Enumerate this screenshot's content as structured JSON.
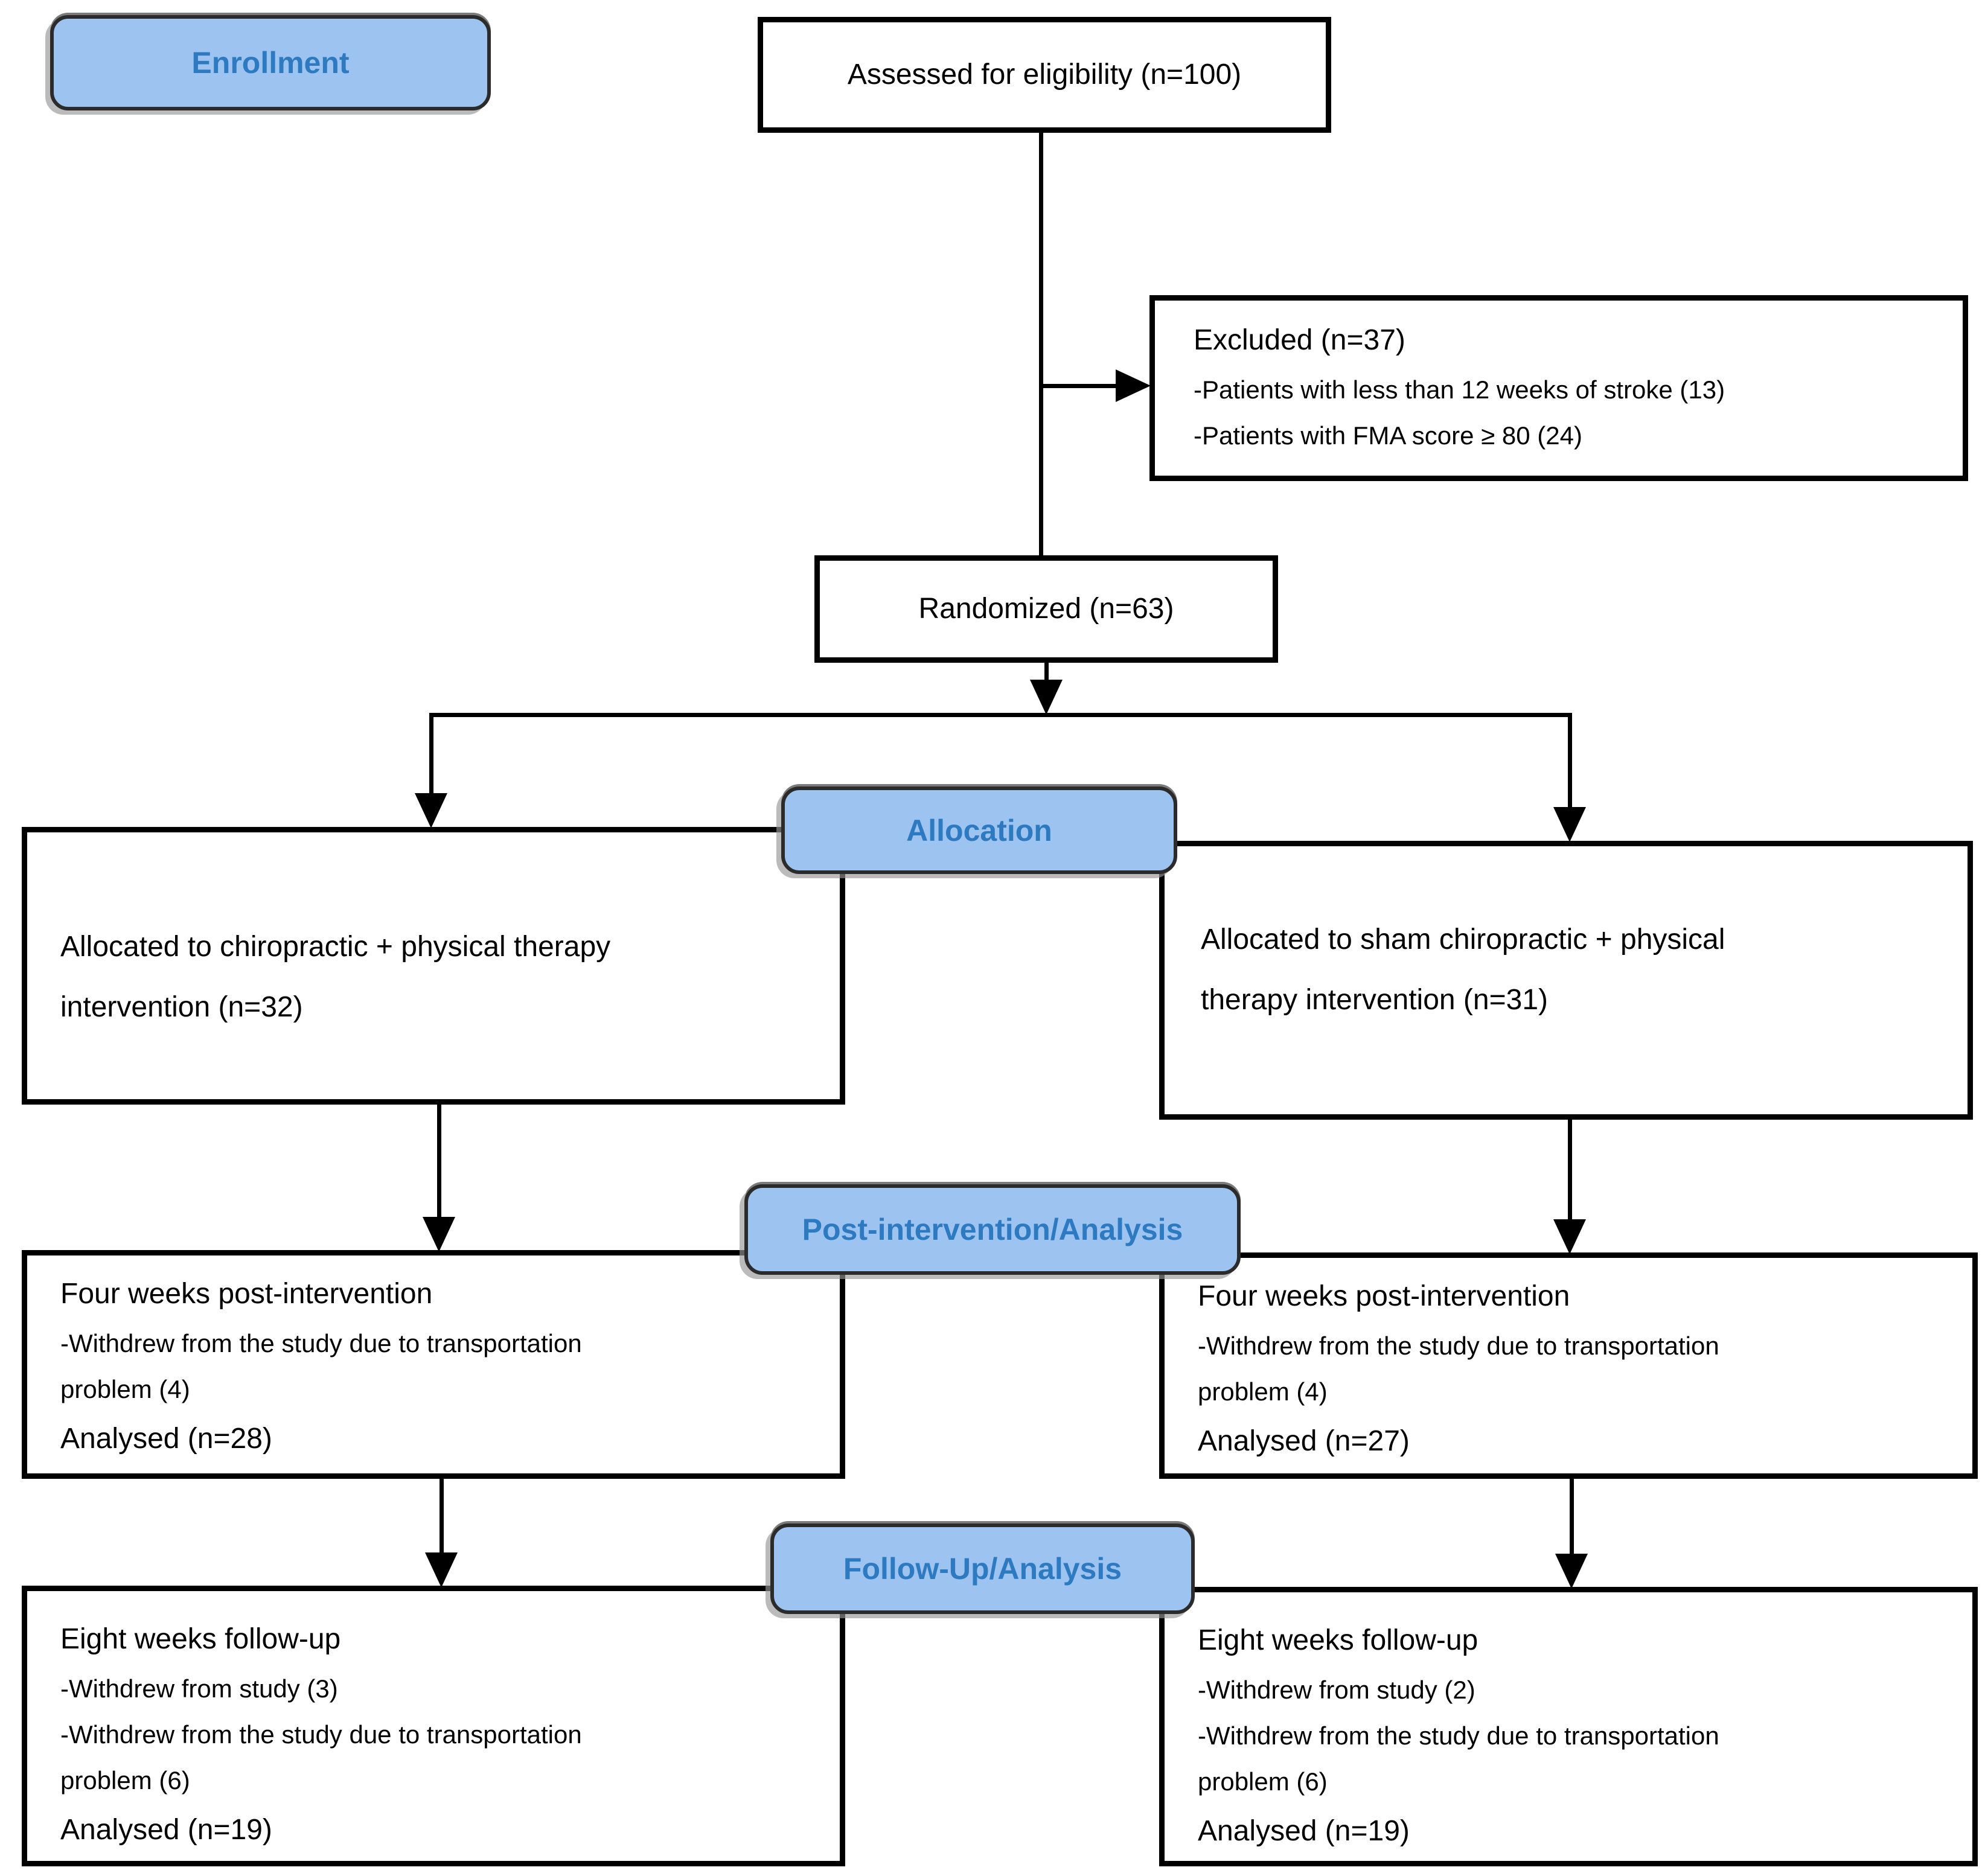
{
  "diagram": {
    "stage_labels": {
      "enrollment": "Enrollment",
      "allocation": "Allocation",
      "post_intervention": "Post-intervention/Analysis",
      "follow_up": "Follow-Up/Analysis"
    },
    "boxes": {
      "assessed": {
        "lines": [
          "Assessed for eligibility (n=100)"
        ]
      },
      "excluded": {
        "lines": [
          "Excluded (n=37)",
          "-Patients with less than 12 weeks of stroke (13)",
          "-Patients with FMA score ≥ 80 (24)"
        ]
      },
      "randomized": {
        "lines": [
          "Randomized (n=63)"
        ]
      },
      "allocated_left": {
        "lines": [
          "Allocated to chiropractic + physical therapy",
          "intervention (n=32)"
        ]
      },
      "allocated_right": {
        "lines": [
          "Allocated to sham chiropractic + physical",
          "therapy intervention (n=31)"
        ]
      },
      "post_intervention_left": {
        "lines": [
          "Four weeks post-intervention",
          "-Withdrew from the study due to transportation",
          "problem (4)",
          "Analysed (n=28)"
        ]
      },
      "post_intervention_right": {
        "lines": [
          "Four weeks post-intervention",
          "-Withdrew from the study due to transportation",
          "problem (4)",
          "Analysed (n=27)"
        ]
      },
      "followup_left": {
        "lines": [
          "Eight weeks follow-up",
          "-Withdrew from study (3)",
          "-Withdrew from the study due to transportation",
          "problem (6)",
          "Analysed (n=19)"
        ]
      },
      "followup_right": {
        "lines": [
          "Eight weeks follow-up",
          "-Withdrew from study (2)",
          "-Withdrew from the study due to transportation",
          "problem (6)",
          "Analysed (n=19)"
        ]
      }
    },
    "colors": {
      "stage_label_fill": "#9dc3f0",
      "stage_label_text": "#2e7ac1",
      "box_border": "#000000",
      "connector": "#000000",
      "background": "#ffffff"
    }
  }
}
